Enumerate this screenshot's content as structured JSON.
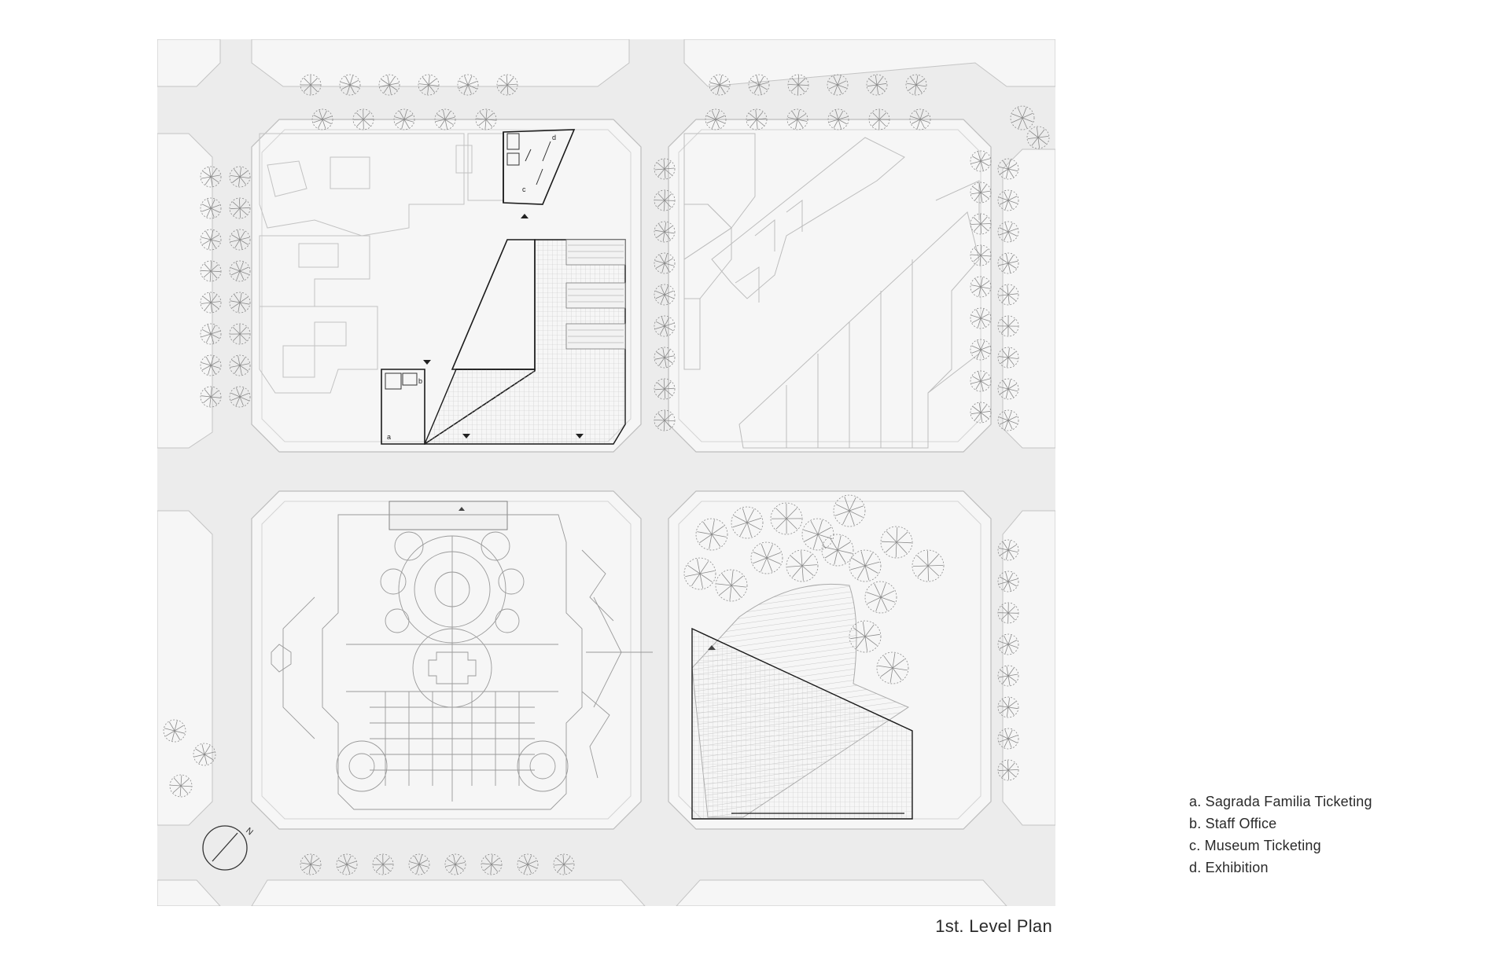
{
  "plan": {
    "title": "1st. Level Plan",
    "north_label": "N",
    "room_labels": {
      "a": "a",
      "b": "b",
      "c": "c",
      "d": "d"
    }
  },
  "legend": {
    "items": [
      "a. Sagrada Familia Ticketing",
      "b. Staff Office",
      "c. Museum Ticketing",
      "d. Exhibition"
    ]
  },
  "colors": {
    "background": "#ffffff",
    "street": "#ececec",
    "block": "#f6f6f6",
    "line": "#b8b8b8",
    "dark_line": "#1a1a1a",
    "tree": "#8a8a8a"
  }
}
